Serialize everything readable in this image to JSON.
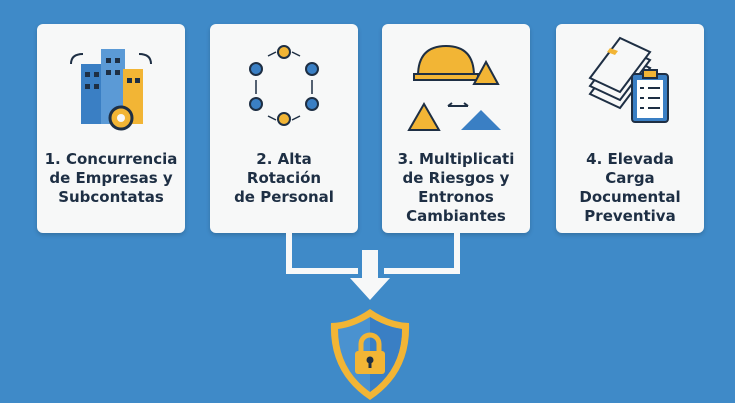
{
  "cards": [
    {
      "label": "1. Concurrencia\nde Empresas y\nSubcontatas",
      "icon": "buildings-gear-icon"
    },
    {
      "label": "2. Alta\nRotación\nde Personal",
      "icon": "workers-rotation-icon"
    },
    {
      "label": "3. Multiplicati\nde Riesgos y\nEntronos\nCambiantes",
      "icon": "hardhat-warning-icon"
    },
    {
      "label": "4. Elevada\nCarga\nDocumental\nPreventiva",
      "icon": "documents-clipboard-icon"
    }
  ],
  "colors": {
    "background": "#3f8ac8",
    "card": "#f7f8f8",
    "accent": "#f2b535",
    "blue": "#3a7fc4"
  }
}
